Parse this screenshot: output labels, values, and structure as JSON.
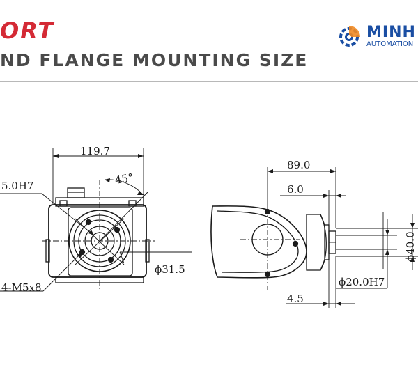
{
  "header": {
    "title_fragment": "ORT",
    "subtitle_fragment": "ND FLANGE MOUNTING SIZE"
  },
  "logo": {
    "name": "MINH",
    "sub": "AUTOMATION"
  },
  "front_view": {
    "width_dim": "119.7",
    "bore_dim": "5.0H7",
    "angle_dim": "45°",
    "pcd_dim": "ϕ31.5",
    "holes_dim": "4-M5x8"
  },
  "side_view": {
    "length_dim": "89.0",
    "step_dim": "6.0",
    "outer_dia_dim": "ϕ40.0",
    "spigot_dim": "ϕ20.0H7",
    "spigot_len_dim": "4.5"
  },
  "colors": {
    "title_red": "#d42a35",
    "logo_blue": "#1a4ea3",
    "logo_orange": "#f08a24",
    "line": "#1a1a1a"
  }
}
